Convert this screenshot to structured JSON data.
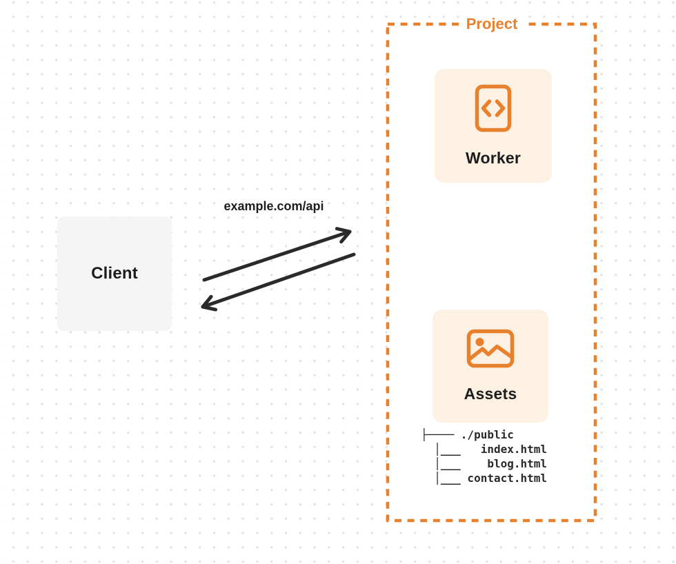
{
  "diagram": {
    "project_group": {
      "label": "Project"
    },
    "nodes": {
      "client": {
        "label": "Client"
      },
      "worker": {
        "label": "Worker",
        "icon": "code-file-icon"
      },
      "assets": {
        "label": "Assets",
        "icon": "image-icon"
      }
    },
    "connection": {
      "label": "example.com/api",
      "from": "Client",
      "to": "Project",
      "bidirectional": true
    },
    "file_tree": {
      "lines": [
        "├──── ./public",
        "  │___   index.html",
        "  │___    blog.html",
        "  │___ contact.html"
      ]
    },
    "colors": {
      "accent_orange": "#e8812d",
      "node_card_bg": "#fcf1e2",
      "client_card_bg": "#f5f5f6",
      "label_text": "#1d1d1f",
      "arrow": "#2b2a28",
      "grid_dot": "#e3e3e3",
      "background": "#ffffff"
    }
  }
}
